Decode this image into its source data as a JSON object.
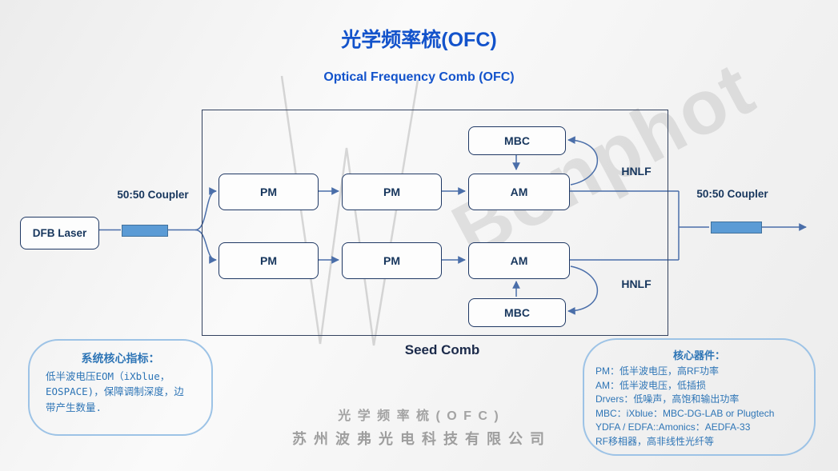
{
  "title": "光学频率梳(OFC)",
  "subtitle": "Optical Frequency Comb (OFC)",
  "diagram": {
    "dfb_laser_label": "DFB Laser",
    "left_coupler_label": "50:50 Coupler",
    "right_coupler_label": "50:50 Coupler",
    "pm_top_1": "PM",
    "pm_top_2": "PM",
    "am_top": "AM",
    "mbc_top": "MBC",
    "pm_bottom_1": "PM",
    "pm_bottom_2": "PM",
    "am_bottom": "AM",
    "mbc_bottom": "MBC",
    "hnlf_top": "HNLF",
    "hnlf_bottom": "HNLF",
    "seed_comb_label": "Seed Comb"
  },
  "left_note": {
    "title": "系统核心指标：",
    "lines": [
      "低半波电压EOM（iXblue，",
      "EOSPACE)，保障调制深度，边",
      "带产生数量."
    ]
  },
  "right_note": {
    "title": "核心器件：",
    "lines": [
      "PM：低半波电压，高RF功率",
      "AM：低半波电压，低插损",
      "Drvers：低噪声，高饱和输出功率",
      "MBC：iXblue：MBC-DG-LAB or Plugtech",
      "YDFA / EDFA::Amonics：AEDFA-33",
      "RF移相器，高非线性光纤等"
    ]
  },
  "footer": {
    "line1": "光 学 频 率 梳 ( O F C )",
    "line2": "苏 州 波 弗 光 电 科 技 有 限 公 司"
  },
  "watermark": "Bonphot",
  "colors": {
    "title_blue": "#1353cb",
    "note_blue": "#2e75b6",
    "node_navy": "#17365d",
    "fiber_blue": "#5b9bd5",
    "connector_blue": "#4a6ea9",
    "bubble_border": "#9dc3e6",
    "footer_gray": "#a3a3a3"
  }
}
